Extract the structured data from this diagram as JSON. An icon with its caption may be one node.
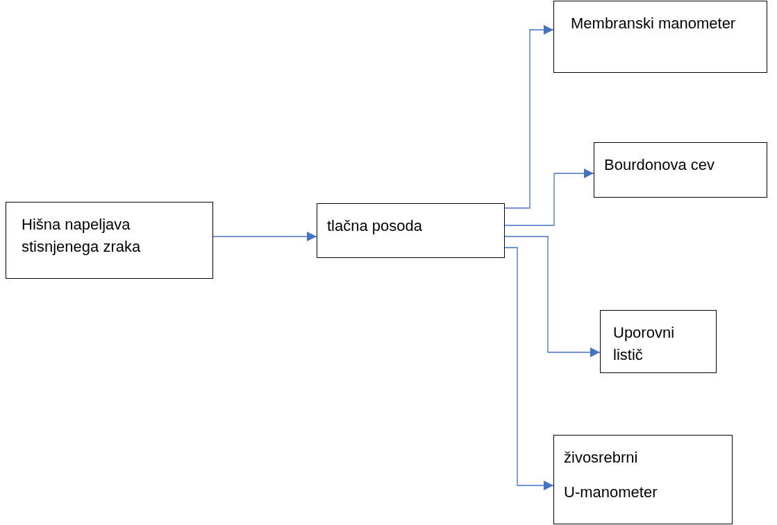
{
  "diagram": {
    "nodes": [
      {
        "text": [
          "Hišna napeljava stisnjenega zraka"
        ]
      },
      {
        "text": [
          "tlačna posoda"
        ]
      },
      {
        "text": [
          "Membranski manometer"
        ]
      },
      {
        "text": [
          "Bourdonova cev"
        ]
      },
      {
        "text": [
          "Uporovni listič"
        ]
      },
      {
        "text": [
          "živosrebrni",
          "U-manometer"
        ]
      }
    ],
    "edges": [
      {
        "from": 0,
        "to": 1,
        "arrow": "to"
      },
      {
        "from": 1,
        "to": 2,
        "arrow": "to"
      },
      {
        "from": 1,
        "to": 3,
        "arrow": "to"
      },
      {
        "from": 1,
        "to": 4,
        "arrow": "to"
      },
      {
        "from": 1,
        "to": 5,
        "arrow": "to"
      }
    ]
  }
}
